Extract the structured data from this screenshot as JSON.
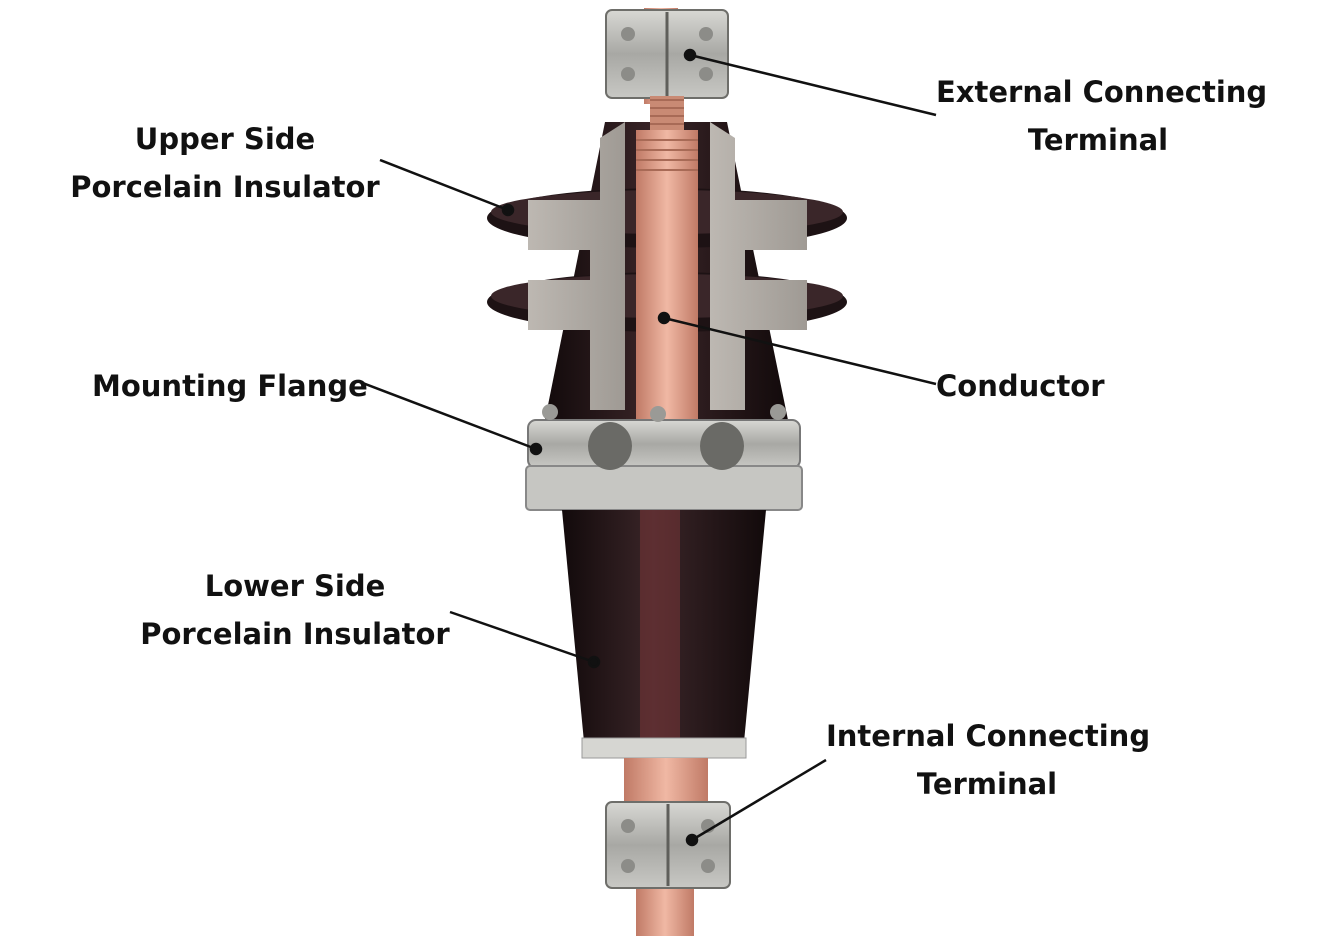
{
  "labels": {
    "external_terminal": [
      "External Connecting",
      "Terminal"
    ],
    "upper_insulator": [
      "Upper Side",
      "Porcelain Insulator"
    ],
    "conductor": [
      "Conductor"
    ],
    "mounting_flange": [
      "Mounting Flange"
    ],
    "lower_insulator": [
      "Lower Side",
      "Porcelain Insulator"
    ],
    "internal_terminal": [
      "Internal Connecting",
      "Terminal"
    ]
  },
  "colors": {
    "porcelain": "#2a1a1c",
    "copper": "#d9947e",
    "metal": "#b4b4b0",
    "line": "#111111"
  }
}
